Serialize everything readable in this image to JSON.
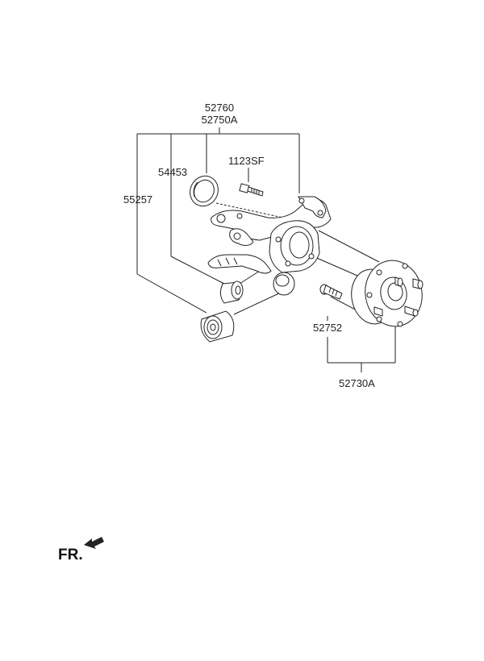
{
  "labels": {
    "p52760": "52760",
    "p52750a": "52750A",
    "p54453": "54453",
    "p55257": "55257",
    "p1123sf": "1123SF",
    "p52752": "52752",
    "p52730a": "52730A"
  },
  "direction": {
    "text": "FR."
  }
}
